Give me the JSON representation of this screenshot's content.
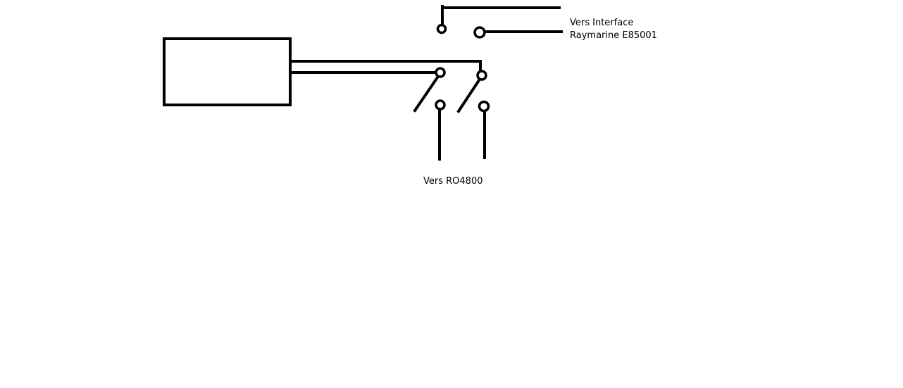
{
  "labels": {
    "interface_line1": "Vers Interface",
    "interface_line2": "Raymarine E85001",
    "ro4800": "Vers RO4800"
  },
  "colors": {
    "ink": "#000000",
    "background": "#ffffff"
  }
}
